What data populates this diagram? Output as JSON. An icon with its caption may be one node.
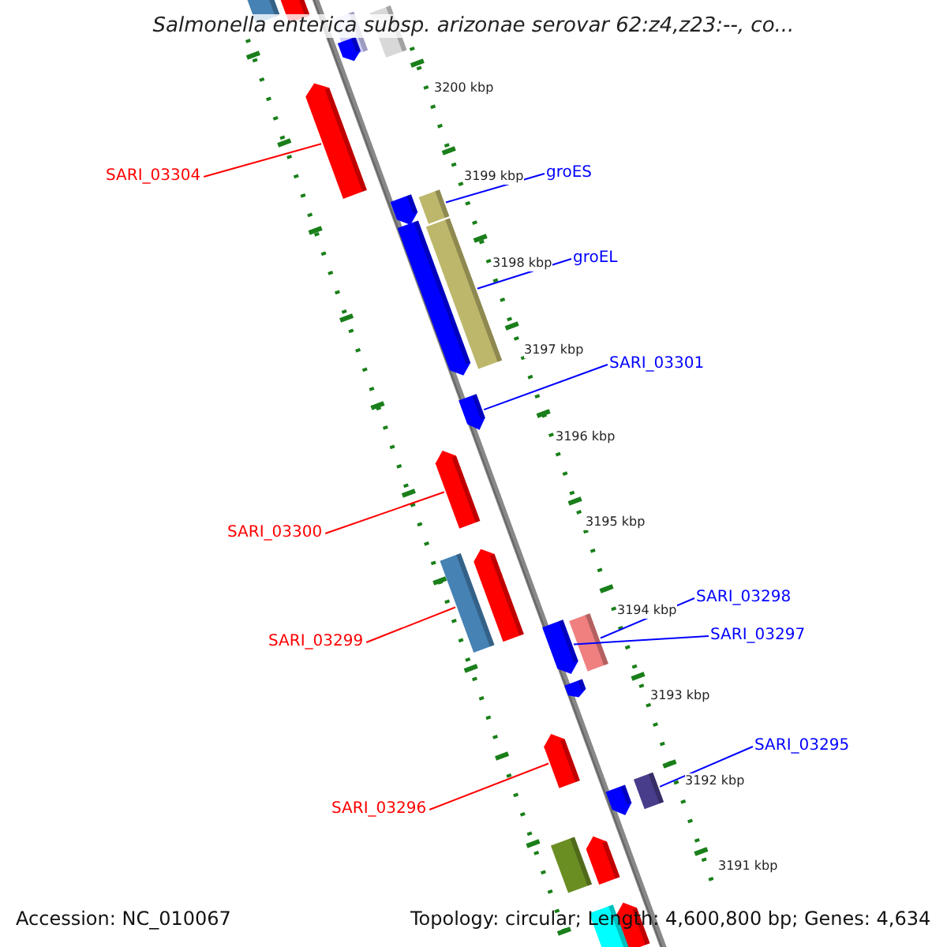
{
  "diagram": {
    "title": "Salmonella enterica subsp. arizonae serovar 62:z4,z23:--, co...",
    "nodes": [
      {
        "text": [
          "SARI_03304"
        ]
      },
      {
        "text": [
          "groES"
        ]
      },
      {
        "text": [
          "groEL"
        ]
      },
      {
        "text": [
          "SARI_03301"
        ]
      },
      {
        "text": [
          "SARI_03300"
        ]
      },
      {
        "text": [
          "SARI_03299"
        ]
      },
      {
        "text": [
          "SARI_03298"
        ]
      },
      {
        "text": [
          "SARI_03297"
        ]
      },
      {
        "text": [
          "SARI_03296"
        ]
      },
      {
        "text": [
          "SARI_03295"
        ]
      },
      {
        "text": [],
        "shape": "bar"
      },
      {
        "text": [],
        "shape": "pentagon"
      },
      {
        "text": [],
        "shape": "bar"
      },
      {
        "text": [],
        "shape": "bar"
      },
      {
        "text": [],
        "shape": "pentagon"
      },
      {
        "text": [],
        "shape": "pentagon"
      },
      {
        "text": [],
        "shape": "bar"
      },
      {
        "text": [],
        "shape": "pentagon"
      },
      {
        "text": [],
        "shape": "pentagon"
      },
      {
        "text": [],
        "shape": "bar"
      },
      {
        "text": [],
        "shape": "pentagon"
      },
      {
        "text": [],
        "shape": "pentagon"
      },
      {
        "text": [],
        "shape": "pentagon"
      },
      {
        "text": [],
        "shape": "bar"
      },
      {
        "text": [],
        "shape": "bar"
      },
      {
        "text": [],
        "shape": "pentagon"
      },
      {
        "text": [],
        "shape": "pentagon"
      },
      {
        "text": [],
        "shape": "pentagon"
      },
      {
        "text": [],
        "shape": "bar"
      },
      {
        "text": [],
        "shape": "pentagon"
      },
      {
        "text": [],
        "shape": "pentagon"
      },
      {
        "text": [],
        "shape": "bar"
      },
      {
        "text": [],
        "shape": "pentagon"
      },
      {
        "text": [],
        "shape": "bar"
      }
    ],
    "edges": [
      {
        "from": 0,
        "to": 15,
        "arrow": "none",
        "color": "#ff0000"
      },
      {
        "from": 1,
        "to": 16,
        "arrow": "none"
      },
      {
        "from": 2,
        "to": 19,
        "arrow": "none"
      },
      {
        "from": 3,
        "to": 20,
        "arrow": "none"
      },
      {
        "from": 4,
        "to": 21,
        "arrow": "none",
        "color": "#ff0000"
      },
      {
        "from": 5,
        "to": 23,
        "arrow": "none",
        "color": "#ff0000"
      },
      {
        "from": 6,
        "to": 24,
        "arrow": "none"
      },
      {
        "from": 7,
        "to": 25,
        "arrow": "none"
      },
      {
        "from": 8,
        "to": 27,
        "arrow": "none",
        "color": "#ff0000"
      },
      {
        "from": 9,
        "to": 28,
        "arrow": "none"
      }
    ],
    "labels": [
      "3200 kbp",
      "3199 kbp",
      "3198 kbp",
      "3197 kbp",
      "3196 kbp",
      "3195 kbp",
      "3194 kbp",
      "3193 kbp",
      "3192 kbp",
      "3191 kbp",
      "Accession: NC_010067",
      "Topology: circular; Length: 4,600,800 bp; Genes: 4,634"
    ]
  }
}
